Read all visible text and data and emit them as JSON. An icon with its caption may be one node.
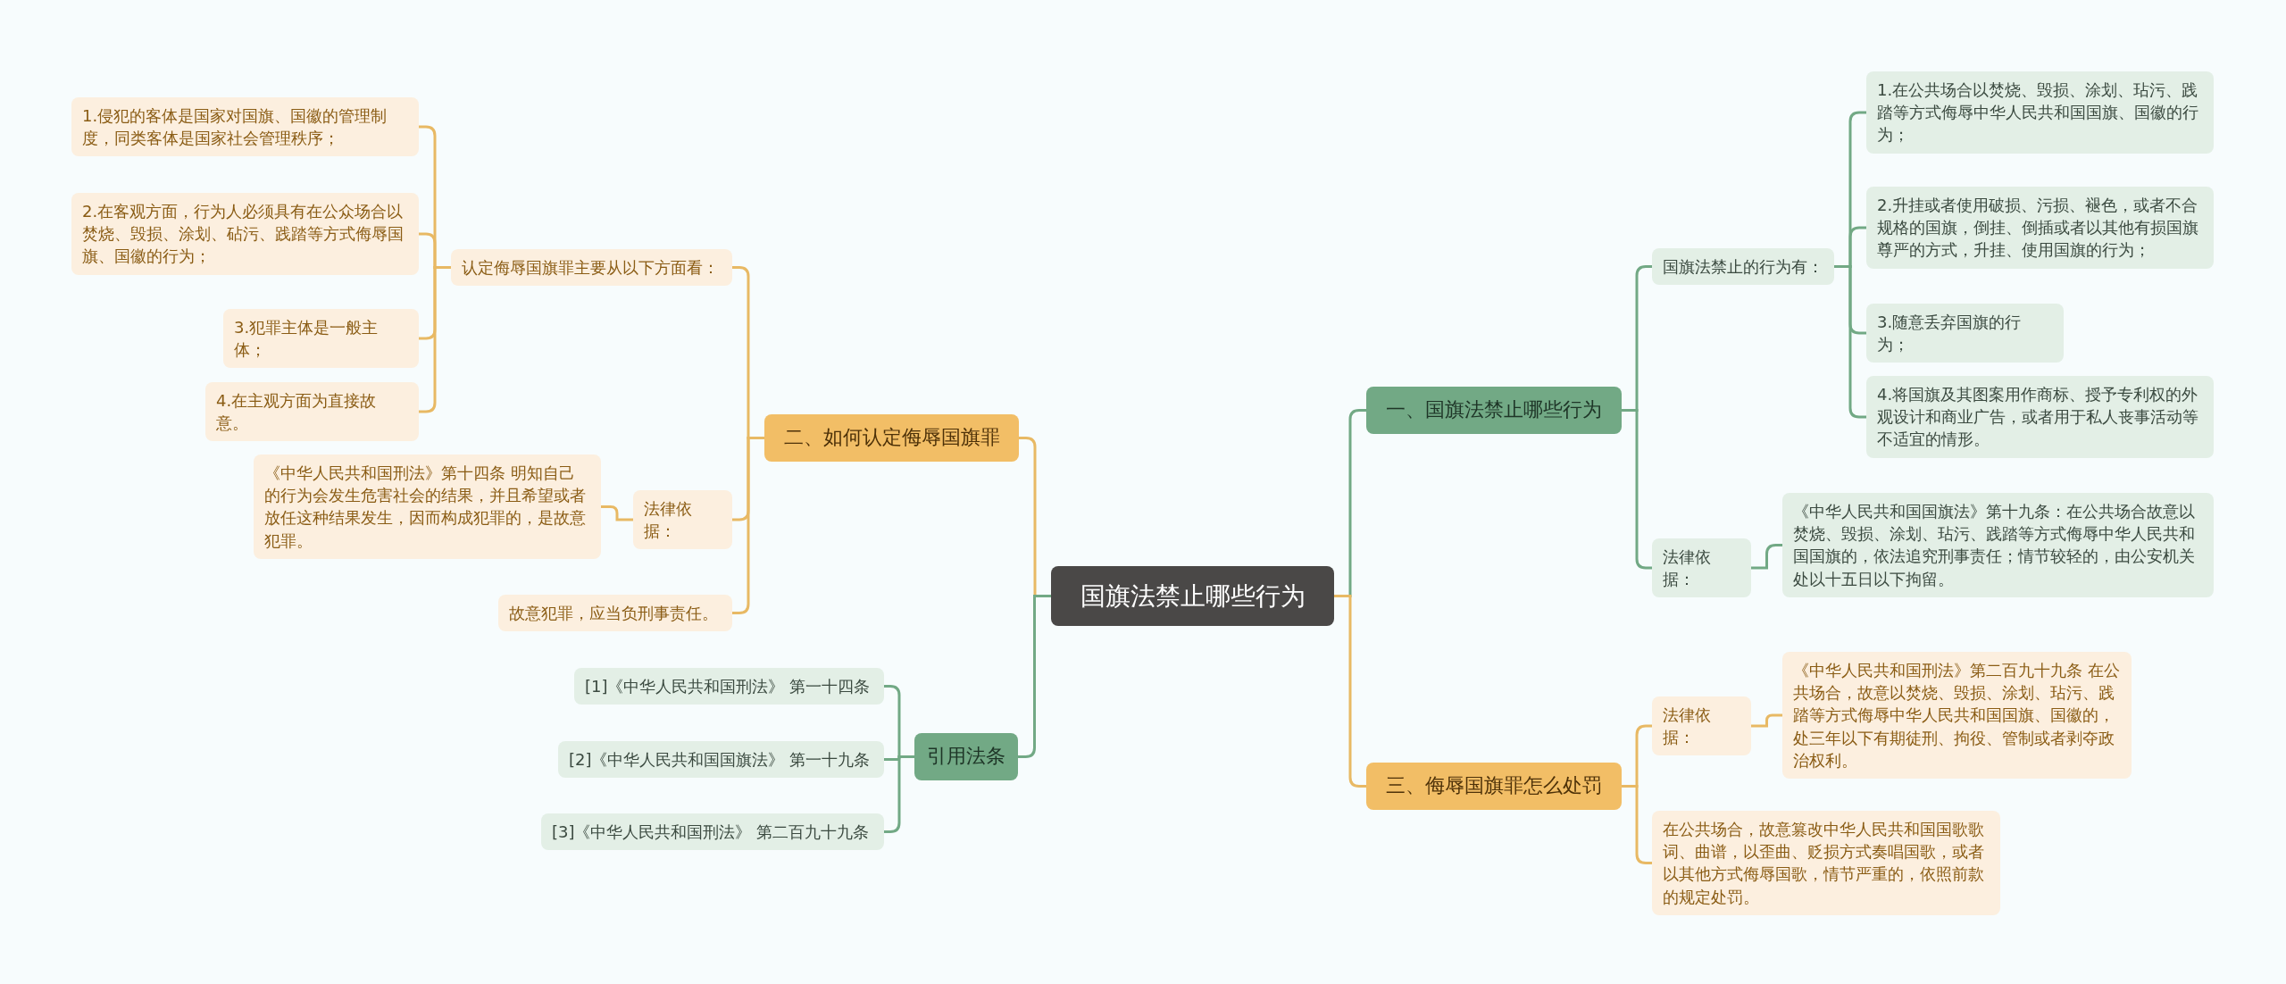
{
  "diagram": {
    "nodes": [
      {
        "text": [
          "国旗法禁止哪些行为"
        ]
      },
      {
        "text": [
          "一、国旗法禁止哪些行为"
        ]
      },
      {
        "text": [
          "国旗法禁止的行为有："
        ]
      },
      {
        "text": [
          "1.在公共场合以焚烧、毁损、涂划、玷污、践踏等方式侮辱中华人民共和国国旗、国徽的行为；"
        ]
      },
      {
        "text": [
          "2.升挂或者使用破损、污损、褪色，或者不合规格的国旗，倒挂、倒插或者以其他有损国旗尊严的方式，升挂、使用国旗的行为；"
        ]
      },
      {
        "text": [
          "3.随意丢弃国旗的行为；"
        ]
      },
      {
        "text": [
          "4.将国旗及其图案用作商标、授予专利权的外观设计和商业广告，或者用于私人丧事活动等不适宜的情形。"
        ]
      },
      {
        "text": [
          "法律依据："
        ]
      },
      {
        "text": [
          "《中华人民共和国国旗法》第十九条：在公共场合故意以焚烧、毁损、涂划、玷污、践踏等方式侮辱中华人民共和国国旗的，依法追究刑事责任；情节较轻的，由公安机关处以十五日以下拘留。"
        ]
      },
      {
        "text": [
          "三、侮辱国旗罪怎么处罚"
        ]
      },
      {
        "text": [
          "法律依据："
        ]
      },
      {
        "text": [
          "《中华人民共和国刑法》第二百九十九条 在公共场合，故意以焚烧、毁损、涂划、玷污、践踏等方式侮辱中华人民共和国国旗、国徽的，处三年以下有期徒刑、拘役、管制或者剥夺政治权利。"
        ]
      },
      {
        "text": [
          "在公共场合，故意篡改中华人民共和国国歌歌词、曲谱，以歪曲、贬损方式奏唱国歌，或者以其他方式侮辱国歌，情节严重的，依照前款的规定处罚。"
        ]
      },
      {
        "text": [
          "二、如何认定侮辱国旗罪"
        ]
      },
      {
        "text": [
          "认定侮辱国旗罪主要从以下方面看："
        ]
      },
      {
        "text": [
          "1.侵犯的客体是国家对国旗、国徽的管理制度，同类客体是国家社会管理秩序；"
        ]
      },
      {
        "text": [
          "2.在客观方面，行为人必须具有在公众场合以焚烧、毁损、涂划、砧污、践踏等方式侮辱国旗、国徽的行为；"
        ]
      },
      {
        "text": [
          "3.犯罪主体是一般主体；"
        ]
      },
      {
        "text": [
          "4.在主观方面为直接故意。"
        ]
      },
      {
        "text": [
          "法律依据："
        ]
      },
      {
        "text": [
          "《中华人民共和国刑法》第十四条 明知自己的行为会发生危害社会的结果，并且希望或者放任这种结果发生，因而构成犯罪的，是故意犯罪。"
        ]
      },
      {
        "text": [
          "故意犯罪，应当负刑事责任。"
        ]
      },
      {
        "text": [
          "引用法条"
        ]
      },
      {
        "text": [
          "[1]《中华人民共和国刑法》 第一十四条"
        ]
      },
      {
        "text": [
          "[2]《中华人民共和国国旗法》 第一十九条"
        ]
      },
      {
        "text": [
          "[3]《中华人民共和国刑法》 第二百九十九条"
        ]
      }
    ],
    "edges": [
      {
        "from": 0,
        "to": 1,
        "arrow": "none",
        "color": "#72a985"
      },
      {
        "from": 1,
        "to": 2,
        "arrow": "none",
        "color": "#72a985"
      },
      {
        "from": 2,
        "to": 3,
        "arrow": "none",
        "color": "#72a985"
      },
      {
        "from": 2,
        "to": 4,
        "arrow": "none",
        "color": "#72a985"
      },
      {
        "from": 2,
        "to": 5,
        "arrow": "none",
        "color": "#72a985"
      },
      {
        "from": 2,
        "to": 6,
        "arrow": "none",
        "color": "#72a985"
      },
      {
        "from": 1,
        "to": 7,
        "arrow": "none",
        "color": "#72a985"
      },
      {
        "from": 7,
        "to": 8,
        "arrow": "none",
        "color": "#72a985"
      },
      {
        "from": 0,
        "to": 9,
        "arrow": "none"
      },
      {
        "from": 9,
        "to": 10,
        "arrow": "none"
      },
      {
        "from": 10,
        "to": 11,
        "arrow": "none"
      },
      {
        "from": 9,
        "to": 12,
        "arrow": "none"
      },
      {
        "from": 0,
        "to": 13,
        "arrow": "none"
      },
      {
        "from": 13,
        "to": 14,
        "arrow": "none"
      },
      {
        "from": 14,
        "to": 15,
        "arrow": "none"
      },
      {
        "from": 14,
        "to": 16,
        "arrow": "none"
      },
      {
        "from": 14,
        "to": 17,
        "arrow": "none"
      },
      {
        "from": 14,
        "to": 18,
        "arrow": "none"
      },
      {
        "from": 13,
        "to": 19,
        "arrow": "none"
      },
      {
        "from": 19,
        "to": 20,
        "arrow": "none"
      },
      {
        "from": 13,
        "to": 21,
        "arrow": "none"
      },
      {
        "from": 0,
        "to": 22,
        "arrow": "none",
        "color": "#72a985"
      },
      {
        "from": 22,
        "to": 23,
        "arrow": "none",
        "color": "#72a985"
      },
      {
        "from": 22,
        "to": 24,
        "arrow": "none",
        "color": "#72a985"
      },
      {
        "from": 22,
        "to": 25,
        "arrow": "none",
        "color": "#72a985"
      }
    ]
  }
}
